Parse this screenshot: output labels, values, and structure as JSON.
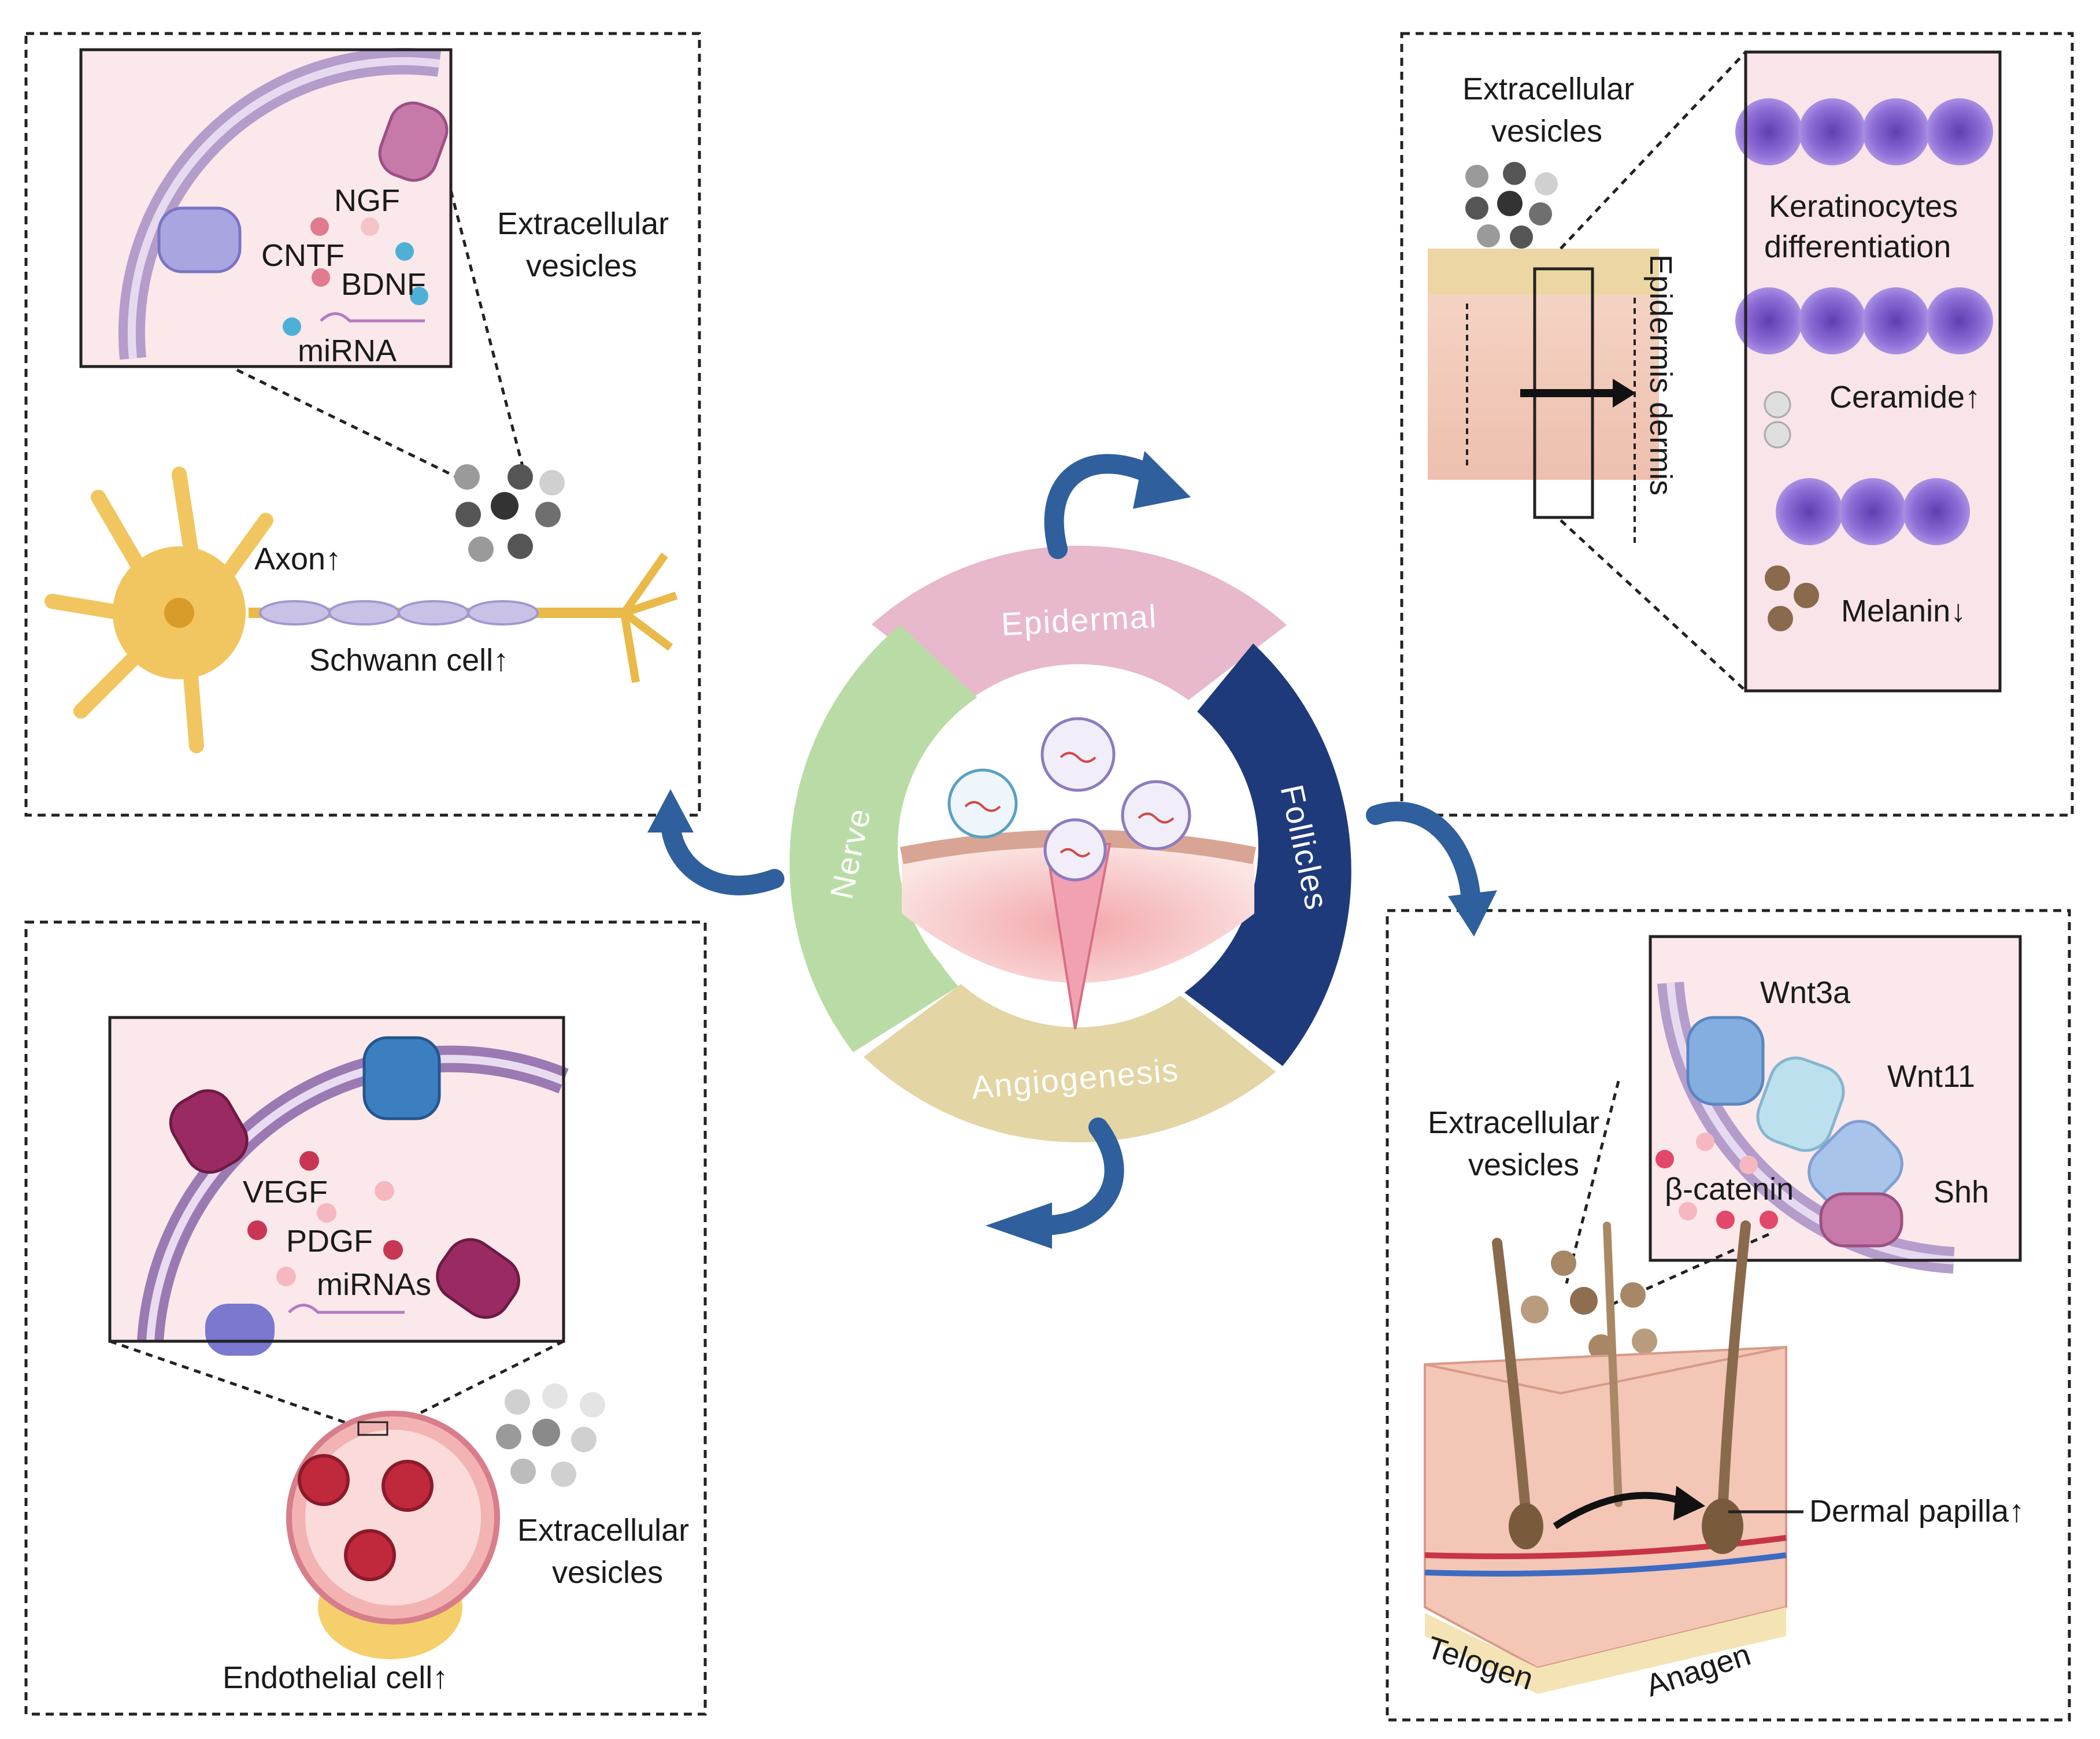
{
  "ring": {
    "epidermal": "Epidermal",
    "follicles": "Follicles",
    "angiogenesis": "Angiogenesis",
    "nerve": "Nerve"
  },
  "colors": {
    "epidermal": "#e8b8cd",
    "follicles": "#1f3a7a",
    "angiogenesis": "#e3d5a4",
    "nerve": "#b9dca6",
    "arrow": "#2f5f9c"
  },
  "nerve_panel": {
    "ngf": "NGF",
    "cntf": "CNTF",
    "bdnf": "BDNF",
    "mirna": "miRNA",
    "ev_line1": "Extracellular",
    "ev_line2": "vesicles",
    "axon": "Axon↑",
    "schwann": "Schwann cell↑"
  },
  "epidermal_panel": {
    "ev_line1": "Extracellular",
    "ev_line2": "vesicles",
    "vertical": "Epidermis dermis",
    "kerat_line1": "Keratinocytes",
    "kerat_line2": "differentiation",
    "ceramide": "Ceramide↑",
    "melanin": "Melanin↓"
  },
  "angio_panel": {
    "vegf": "VEGF",
    "pdgf": "PDGF",
    "mirnas": "miRNAs",
    "ev_line1": "Extracellular",
    "ev_line2": "vesicles",
    "endothelial": "Endothelial cell↑"
  },
  "follicle_panel": {
    "wnt3a": "Wnt3a",
    "wnt11": "Wnt11",
    "bcatenin": "β-catenin",
    "shh": "Shh",
    "ev_line1": "Extracellular",
    "ev_line2": "vesicles",
    "papilla": "Dermal papilla↑",
    "telogen": "Telogen",
    "anagen": "Anagen"
  }
}
